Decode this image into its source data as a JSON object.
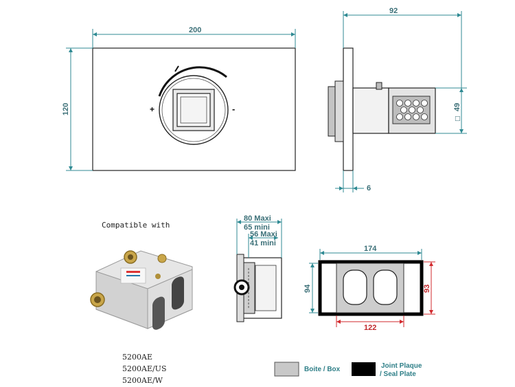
{
  "dimensions": {
    "front_width": "200",
    "front_height": "120",
    "side_depth": "92",
    "side_square": "49",
    "side_plate": "6",
    "box_max": "80 Maxi",
    "box_min": "65 mini",
    "box_inner_max": "56 Maxi",
    "box_inner_min": "41 mini",
    "seal_width": "174",
    "seal_inner_width": "122",
    "box_height": "94",
    "seal_height": "93"
  },
  "symbols": {
    "plus": "+",
    "minus": "-",
    "square": "□"
  },
  "compatible": {
    "title": "Compatible with",
    "models": [
      "5200AE",
      "5200AE/US",
      "5200AE/W"
    ]
  },
  "legend": {
    "box_label": "Boite / Box",
    "seal_label_line1": "Joint Plaque",
    "seal_label_line2": "/ Seal Plate",
    "box_color": "#c8c8c8",
    "seal_color": "#000000"
  },
  "colors": {
    "dimension_line": "#2f8a93",
    "seal_dimension": "#d22a2e"
  }
}
